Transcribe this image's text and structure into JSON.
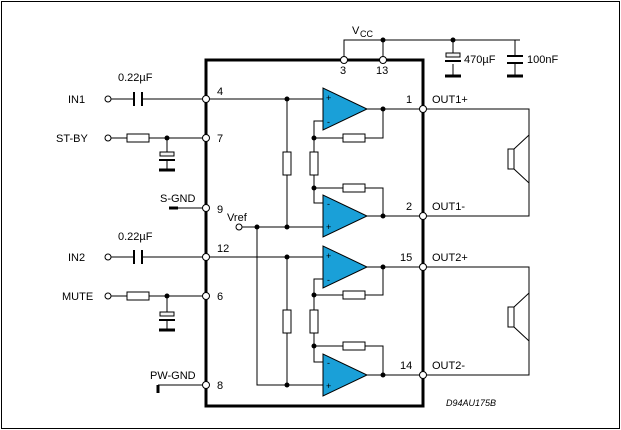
{
  "supply": {
    "vcc_main": "V",
    "vcc_sub": "CC"
  },
  "capacitors": {
    "c_in1": "0.22µF",
    "c_in2": "0.22µF",
    "c_bulk": "470µF",
    "c_decouple": "100nF"
  },
  "inputs": {
    "in1": "IN1",
    "st_by": "ST-BY",
    "s_gnd": "S-GND",
    "in2": "IN2",
    "mute": "MUTE",
    "pw_gnd": "PW-GND",
    "vref": "Vref"
  },
  "pins": {
    "p3": "3",
    "p13": "13",
    "p4": "4",
    "p7": "7",
    "p9": "9",
    "p12": "12",
    "p6": "6",
    "p8": "8",
    "p1": "1",
    "p2": "2",
    "p15": "15",
    "p14": "14"
  },
  "outputs": {
    "out1p": "OUT1+",
    "out1m": "OUT1-",
    "out2p": "OUT2+",
    "out2m": "OUT2-"
  },
  "opamp_signs": {
    "plus": "+",
    "minus": "-"
  },
  "drawing_code": "D94AU175B"
}
